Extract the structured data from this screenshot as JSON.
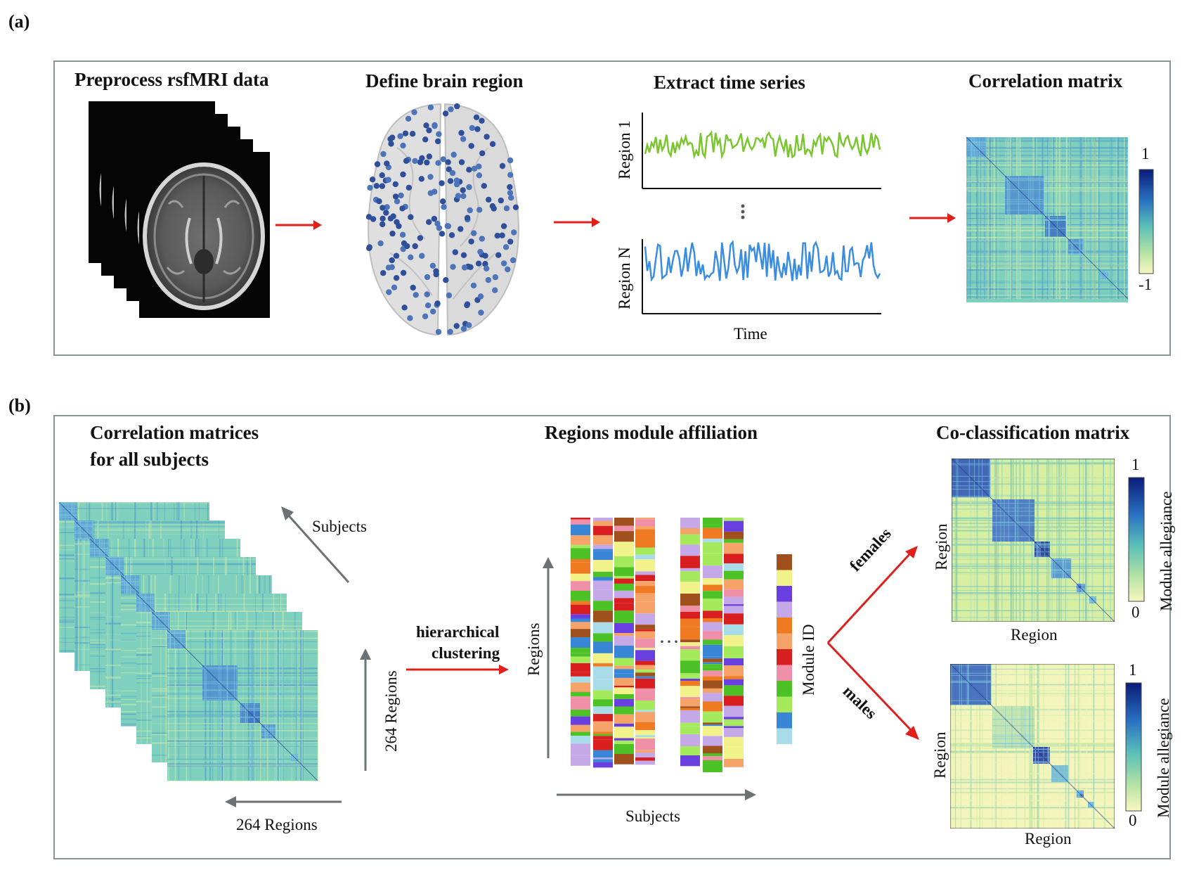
{
  "panel_a": {
    "label": "(a)",
    "steps": [
      {
        "title": "Preprocess rsfMRI data"
      },
      {
        "title": "Define brain region"
      },
      {
        "title": "Extract time series"
      },
      {
        "title": "Correlation matrix"
      }
    ],
    "timeseries": {
      "region1_label": "Region 1",
      "regionN_label": "Region N",
      "x_label": "Time"
    },
    "colorbar": {
      "max": "1",
      "min": "-1"
    },
    "colors": {
      "arrow": "#e0201b",
      "region1_line": "#7ac62e",
      "regionN_line": "#3a8de0",
      "node": "#2f4f9a"
    }
  },
  "panel_b": {
    "label": "(b)",
    "matrices": {
      "title_line1": "Correlation matrices",
      "title_line2": "for all subjects",
      "subjects_label": "Subjects",
      "regions_vertical": "264 Regions",
      "regions_horizontal": "264  Regions"
    },
    "clustering": {
      "line1": "hierarchical",
      "line2": "clustering"
    },
    "affiliation": {
      "title": "Regions module affiliation",
      "y_label": "Regions",
      "x_label": "Subjects",
      "module_label": "Module ID",
      "module_colors": [
        "#a0501c",
        "#f2f28a",
        "#6a3fe0",
        "#c4a8e8",
        "#f07a22",
        "#f6a36a",
        "#d81e1e",
        "#f090a8",
        "#4cc226",
        "#a4ea5c",
        "#3a86d6",
        "#a8dce8"
      ]
    },
    "co_classification": {
      "title": "Co-classification matrix",
      "females": {
        "label": "females",
        "y_label": "Region",
        "x_label": "Region",
        "cbar_label": "Module allegiance",
        "cbar_max": "1",
        "cbar_min": "0"
      },
      "males": {
        "label": "males",
        "y_label": "Region",
        "x_label": "Region",
        "cbar_label": "Module allegiance",
        "cbar_max": "1",
        "cbar_min": "0"
      }
    }
  }
}
